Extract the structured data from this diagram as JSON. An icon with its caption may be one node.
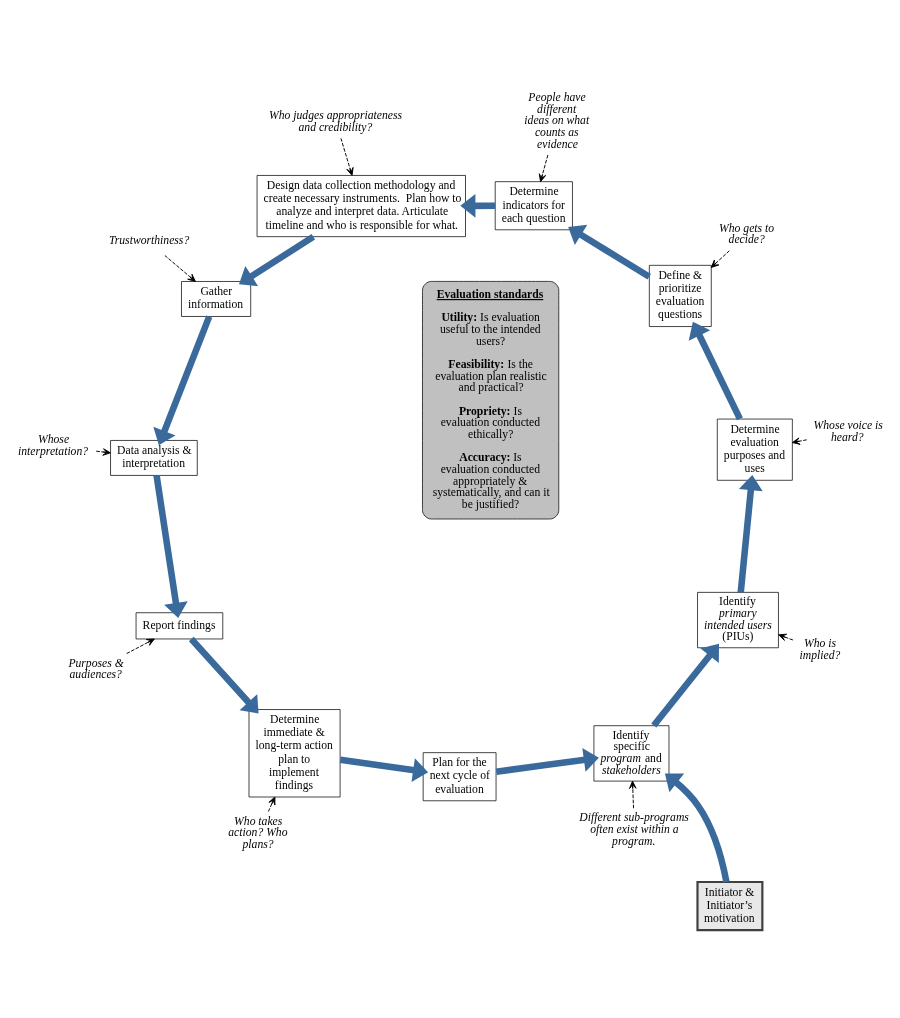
{
  "diagram": {
    "nodes": [
      {
        "text": [
          "Initiator & Initiator’s motivation"
        ]
      },
      {
        "text": [
          "Identify specific *program* and *stakeholders*"
        ]
      },
      {
        "text": [
          "Identify *primary intended users* (PIUs)"
        ]
      },
      {
        "text": [
          "Determine evaluation purposes and uses"
        ]
      },
      {
        "text": [
          "Define & prioritize evaluation questions"
        ]
      },
      {
        "text": [
          "Determine indicators for each question"
        ]
      },
      {
        "text": [
          "Design data collection methodology and create necessary instruments.  Plan how to analyze and interpret data. Articulate timeline and who is responsible for what."
        ]
      },
      {
        "text": [
          "Gather information"
        ]
      },
      {
        "text": [
          "Data analysis & interpretation"
        ]
      },
      {
        "text": [
          "Report findings"
        ]
      },
      {
        "text": [
          "Determine immediate & long-term action plan to implement findings"
        ]
      },
      {
        "text": [
          "Plan for the next cycle of evaluation"
        ]
      },
      {
        "text": [
          "Evaluation standards",
          "**Utility:** Is evaluation useful to the intended users?",
          "**Feasibility:** Is the evaluation plan realistic and practical?",
          "**Propriety:** Is evaluation conducted ethically?",
          "**Accuracy:** Is evaluation conducted appropriately & systematically, and can it be justified?"
        ]
      },
      {
        "text": [
          "Different sub-programs often exist within a program."
        ]
      },
      {
        "text": [
          "Who is implied?"
        ]
      },
      {
        "text": [
          "Whose voice is heard?"
        ]
      },
      {
        "text": [
          "Who gets to decide?"
        ]
      },
      {
        "text": [
          "People have different ideas on what counts as evidence"
        ]
      },
      {
        "text": [
          "Who judges appropriateness and credibility?"
        ]
      },
      {
        "text": [
          "Trustworthiness?"
        ]
      },
      {
        "text": [
          "Whose interpretation?"
        ]
      },
      {
        "text": [
          "Purposes & audiences?"
        ]
      },
      {
        "text": [
          "Who takes action? Who plans?"
        ]
      }
    ],
    "edges": [
      {
        "from": 0,
        "to": 1,
        "arrow": "to"
      },
      {
        "from": 1,
        "to": 2,
        "arrow": "to"
      },
      {
        "from": 2,
        "to": 3,
        "arrow": "to"
      },
      {
        "from": 3,
        "to": 4,
        "arrow": "to"
      },
      {
        "from": 4,
        "to": 5,
        "arrow": "to"
      },
      {
        "from": 5,
        "to": 6,
        "arrow": "to"
      },
      {
        "from": 6,
        "to": 7,
        "arrow": "to"
      },
      {
        "from": 7,
        "to": 8,
        "arrow": "to"
      },
      {
        "from": 8,
        "to": 9,
        "arrow": "to"
      },
      {
        "from": 9,
        "to": 10,
        "arrow": "to"
      },
      {
        "from": 10,
        "to": 11,
        "arrow": "to"
      },
      {
        "from": 11,
        "to": 1,
        "arrow": "to"
      },
      {
        "from": 13,
        "to": 1,
        "arrow": "to",
        "style": "dashed",
        "color": "#000000"
      },
      {
        "from": 14,
        "to": 2,
        "arrow": "to",
        "style": "dashed",
        "color": "#000000"
      },
      {
        "from": 15,
        "to": 3,
        "arrow": "to",
        "style": "dashed",
        "color": "#000000"
      },
      {
        "from": 16,
        "to": 4,
        "arrow": "to",
        "style": "dashed",
        "color": "#000000"
      },
      {
        "from": 17,
        "to": 5,
        "arrow": "to",
        "style": "dashed",
        "color": "#000000"
      },
      {
        "from": 18,
        "to": 6,
        "arrow": "to",
        "style": "dashed",
        "color": "#000000"
      },
      {
        "from": 19,
        "to": 7,
        "arrow": "to",
        "style": "dashed",
        "color": "#000000"
      },
      {
        "from": 20,
        "to": 8,
        "arrow": "to",
        "style": "dashed",
        "color": "#000000"
      },
      {
        "from": 21,
        "to": 9,
        "arrow": "to",
        "style": "dashed",
        "color": "#000000"
      },
      {
        "from": 22,
        "to": 10,
        "arrow": "to",
        "style": "dashed",
        "color": "#000000"
      }
    ]
  }
}
